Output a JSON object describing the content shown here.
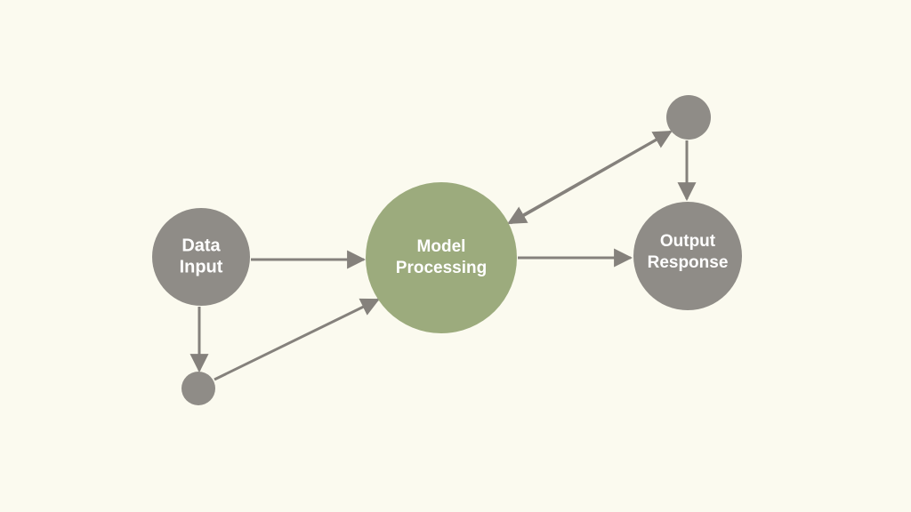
{
  "diagram": {
    "background": "#fbfaef",
    "colors": {
      "node_gray": "#8f8c87",
      "node_green": "#9cab7d",
      "edge": "#85817c",
      "label": "#ffffff"
    },
    "nodes": {
      "data_input": {
        "line1": "Data",
        "line2": "Input"
      },
      "model_processing": {
        "line1": "Model",
        "line2": "Processing"
      },
      "output_response": {
        "line1": "Output",
        "line2": "Response"
      }
    }
  }
}
